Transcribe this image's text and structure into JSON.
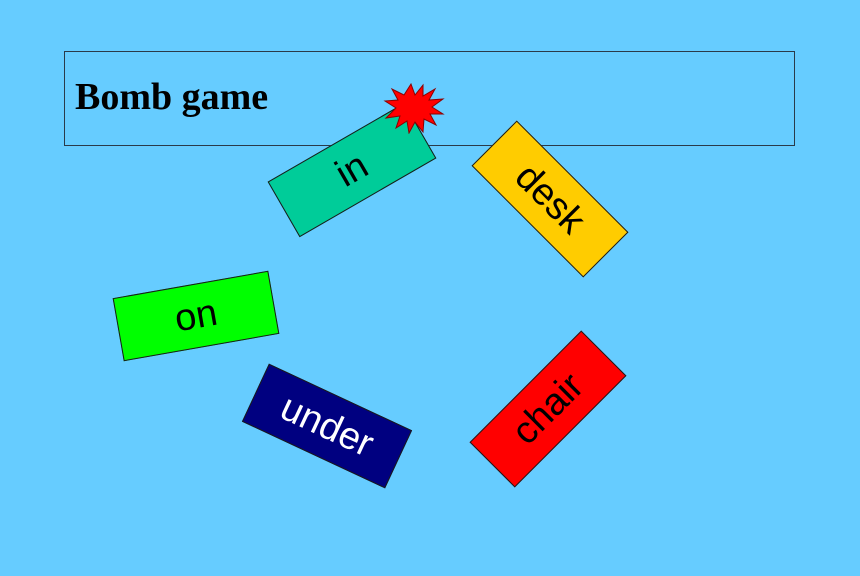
{
  "title": "Bomb game",
  "cards": {
    "in": {
      "label": "in",
      "bg": "#00cc99",
      "fg": "#000000"
    },
    "desk": {
      "label": "desk",
      "bg": "#ffcc00",
      "fg": "#000000"
    },
    "on": {
      "label": "on",
      "bg": "#00ff00",
      "fg": "#000000"
    },
    "under": {
      "label": "under",
      "bg": "#000080",
      "fg": "#ffffff"
    },
    "chair": {
      "label": "chair",
      "bg": "#ff0000",
      "fg": "#000000"
    }
  },
  "colors": {
    "background": "#66ccff",
    "bomb": "#ff0000"
  },
  "icons": {
    "bomb": "explosion-burst-icon"
  }
}
